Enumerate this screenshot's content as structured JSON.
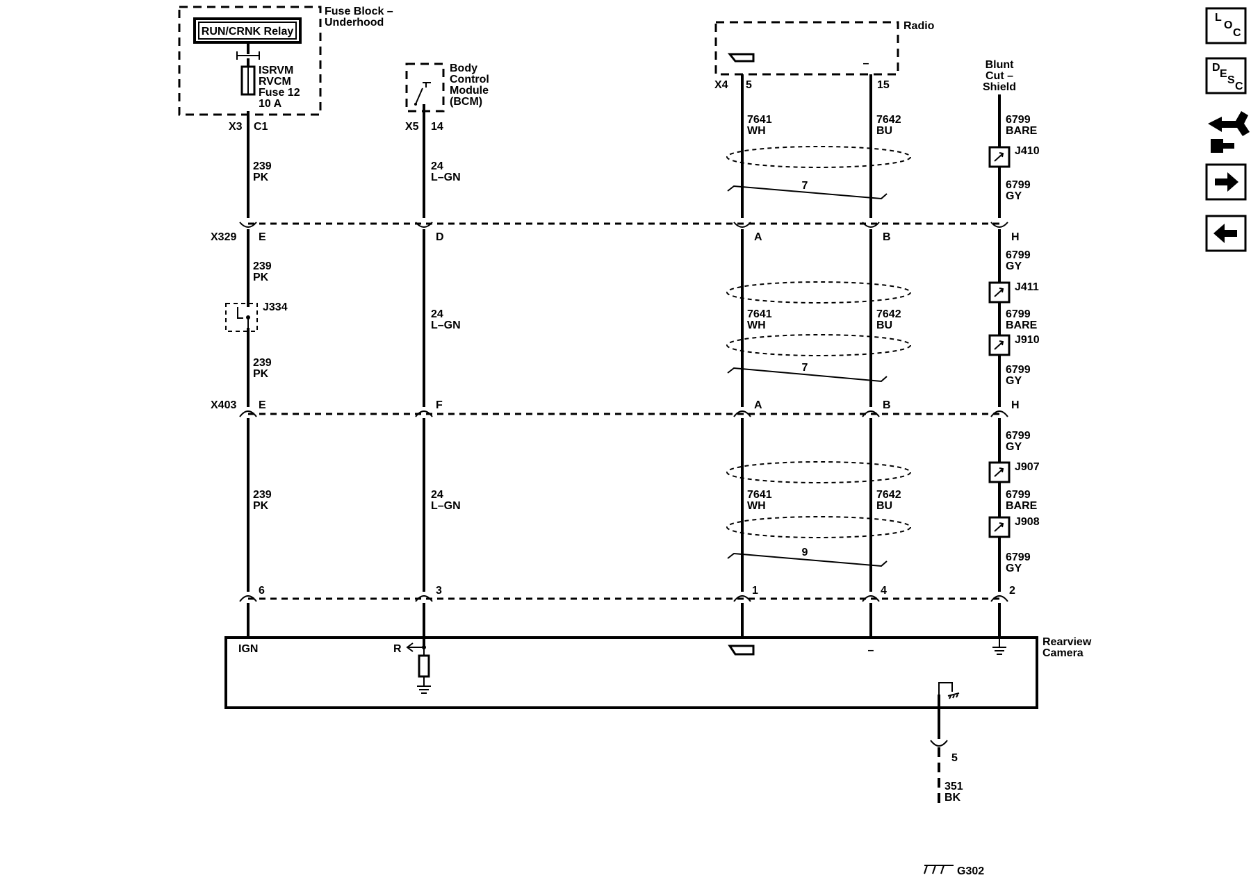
{
  "fuse_block": {
    "title": [
      "Fuse Block –",
      "Underhood"
    ],
    "relay": "RUN/CRNK Relay",
    "fuse": [
      "ISRVM",
      "RVCM",
      "Fuse 12",
      "10 A"
    ],
    "connector": "X3",
    "pin": "C1"
  },
  "bcm": {
    "title": [
      "Body",
      "Control",
      "Module",
      "(BCM)"
    ],
    "connector": "X5",
    "pin": "14"
  },
  "radio": {
    "title": "Radio",
    "connector": "X4",
    "pin_video": "5",
    "pin_minus": "15",
    "minus_symbol": "–"
  },
  "blunt_cut": {
    "title": [
      "Blunt",
      "Cut –",
      "Shield"
    ]
  },
  "wires": {
    "w239": [
      "239",
      "PK"
    ],
    "w24": [
      "24",
      "L–GN"
    ],
    "w7641": [
      "7641",
      "WH"
    ],
    "w7642": [
      "7642",
      "BU"
    ],
    "w6799_bare": [
      "6799",
      "BARE"
    ],
    "w6799_gy": [
      "6799",
      "GY"
    ],
    "w351": [
      "351",
      "BK"
    ]
  },
  "connectors": {
    "x329": {
      "name": "X329",
      "pins": [
        "E",
        "D",
        "A",
        "B",
        "H"
      ]
    },
    "x403": {
      "name": "X403",
      "pins": [
        "E",
        "F",
        "A",
        "B",
        "H"
      ]
    },
    "camera": {
      "pins": [
        "6",
        "3",
        "1",
        "4",
        "2"
      ]
    }
  },
  "twists": [
    "7",
    "7",
    "9"
  ],
  "splices": [
    "J334",
    "J410",
    "J411",
    "J910",
    "J907",
    "J908"
  ],
  "camera": {
    "title": [
      "Rearview",
      "Camera"
    ],
    "ign": "IGN",
    "r": "R",
    "minus_symbol": "–"
  },
  "ground": {
    "pin": "5",
    "name": "G302"
  },
  "nav": {
    "loc": [
      "L",
      "O",
      "C"
    ],
    "desc": [
      "D",
      "E",
      "S",
      "C"
    ]
  }
}
